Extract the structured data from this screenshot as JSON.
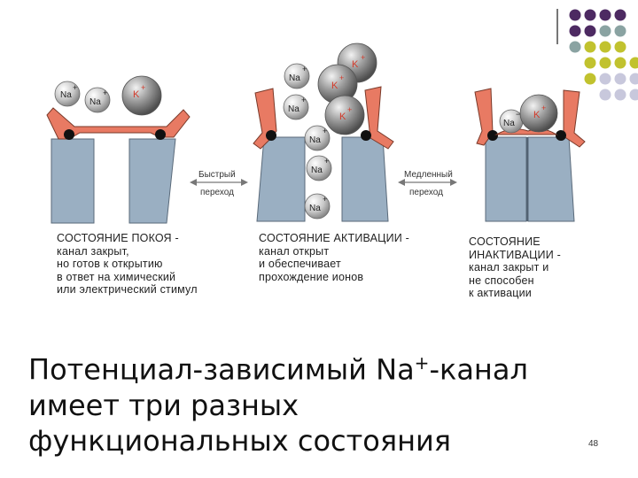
{
  "ions": {
    "na": "Na",
    "k": "K",
    "plus": "+",
    "minus": "−"
  },
  "transitions": {
    "fast": [
      "Быстрый",
      "переход"
    ],
    "slow": [
      "Медленный",
      "переход"
    ]
  },
  "states": {
    "rest": [
      "СОСТОЯНИЕ ПОКОЯ -",
      "канал закрыт,",
      "но готов к открытию",
      "в ответ на химический",
      "или электрический стимул"
    ],
    "activation": [
      "СОСТОЯНИЕ АКТИВАЦИИ -",
      "канал открыт",
      "и обеспечивает",
      "прохождение ионов"
    ],
    "inactivation": [
      "СОСТОЯНИЕ",
      "ИНАКТИВАЦИИ -",
      "канал закрыт и",
      "не способен",
      "к активации"
    ]
  },
  "title": {
    "line1_prefix": "Потенциал-зависимый Na",
    "line1_sup": "+",
    "line1_suffix": "-канал",
    "line2": "имеет три разных",
    "line3": "функциональных состояния"
  },
  "page_number": "48",
  "colors": {
    "gate": "#e87a63",
    "channel": "#9aafc2",
    "dot_purple": "#4d2a62",
    "dot_olive": "#c1c22e",
    "dot_teal": "#8aa3a2",
    "dot_lavender": "#c8c8dc"
  }
}
